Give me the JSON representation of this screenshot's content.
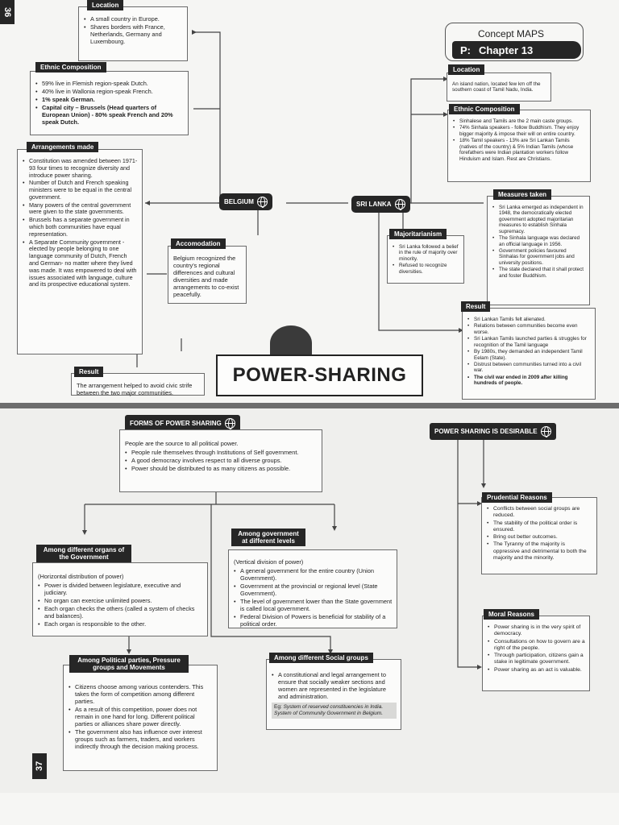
{
  "page_numbers": {
    "top": "36",
    "bottom": "37"
  },
  "header": {
    "concept": "Concept MAPS",
    "chapter_prefix": "P:",
    "chapter": "Chapter 13"
  },
  "main_title": "POWER-SHARING",
  "belgium": {
    "node": "BELGIUM",
    "location": {
      "tag": "Location",
      "items": [
        "A small country in Europe.",
        "Shares borders with France, Netherlands, Germany and Luxembourg."
      ]
    },
    "ethnic": {
      "tag": "Ethnic Composition",
      "items": [
        "59% live in Flemish region-speak Dutch.",
        "40% live in Wallonia region-speak French.",
        "1% speak German.",
        "Capital city – Brussels (Head quarters of European Union) - 80% speak French and 20% speak Dutch."
      ]
    },
    "arrangements": {
      "tag": "Arrangements made",
      "items": [
        "Constitution was amended between 1971-93 four times to recognize diversity and introduce power sharing.",
        "Number of Dutch and French speaking ministers were to be equal in the central government.",
        "Many powers of the central government were given to the state governments.",
        "Brussels has a separate government in which both communities have equal representation.",
        "A Separate Community government - elected by people belonging to one language community of Dutch, French and German- no matter where they lived was made. It was empowered to deal with issues associated with language, culture and its prospective educational system."
      ]
    },
    "accomodation": {
      "tag": "Accomodation",
      "text": "Belgium recognized the country's regional differences and cultural diversities and made arrangements to co-exist peacefully."
    },
    "result": {
      "tag": "Result",
      "text": "The arrangement helped to avoid civic strife between the two major communities."
    }
  },
  "srilanka": {
    "node": "SRI LANKA",
    "location": {
      "tag": "Location",
      "text": "An island nation, located few km off the southern coast of Tamil Nadu, India."
    },
    "ethnic": {
      "tag": "Ethnic Composition",
      "items": [
        "Sinhalese and Tamils are the 2 main caste groups.",
        "74% Sinhala speakers - follow Buddhism. They enjoy bigger majority & impose their will on entire country.",
        "18% Tamil speakers - 13% are Sri Lankan Tamils (natives of the country) & 5% Indian Tamils (whose forefathers were Indian plantation workers follow Hinduism and Islam. Rest are Christians."
      ]
    },
    "measures": {
      "tag": "Measures taken",
      "items": [
        "Sri Lanka emerged as independent in 1948, the democratically elected government adopted majoritarian measures to establish Sinhala supremacy.",
        "The Sinhala language was declared an official language in 1956.",
        "Government policies favoured Sinhalas for government jobs and university positions.",
        "The state declared that it shall protect and foster Buddhism."
      ]
    },
    "majoritarianism": {
      "tag": "Majoritarianism",
      "items": [
        "Sri Lanka followed a belief in the rule of majority over minority.",
        "Refused to recognize diversities."
      ]
    },
    "result": {
      "tag": "Result",
      "items": [
        "Sri Lankan Tamils felt alienated.",
        "Relations between communities become even worse.",
        "Sri Lankan Tamils launched parties & struggles for recognition of the Tamil language",
        "By 1980s, they demanded an independent Tamil Eelam (State).",
        "Distrust between communities turned into a civil war.",
        "The civil war ended in 2009 after killing hundreds of people."
      ]
    }
  },
  "forms": {
    "tag": "FORMS OF POWER SHARING",
    "intro": "People are the source to all political power.",
    "items": [
      "People rule themselves through Institutions of Self government.",
      "A good democracy involves respect to all diverse groups.",
      "Power should be distributed to as many citizens as possible."
    ],
    "organs": {
      "tag": "Among different organs of the Government",
      "heading": "(Horizontal distribution of power)",
      "items": [
        "Power is divided between legislature, executive and judiciary.",
        "No organ can exercise unlimited powers.",
        "Each organ checks the others (called a system of checks and balances).",
        "Each organ is responsible to the other."
      ]
    },
    "levels": {
      "tag": "Among government at different levels",
      "heading": "(Vertical division of power)",
      "items": [
        "A general government for the entire country (Union Government).",
        "Government at the provincial or regional level (State Government).",
        "The level of government lower than the State government is called local government.",
        "Federal Division of Powers is beneficial for stability of a political order."
      ]
    },
    "parties": {
      "tag": "Among Political parties, Pressure groups and Movements",
      "items": [
        "Citizens choose among various contenders. This takes the form of competition among different parties.",
        "As a result of this competition, power does not remain in one hand for long. Different political parties or alliances share power directly.",
        "The government also has influence over interest groups such as farmers, traders, and workers indirectly through the decision making process."
      ]
    },
    "social": {
      "tag": "Among different Social groups",
      "items": [
        "A constitutional and legal arrangement to ensure that socially weaker sections and women are represented in the legislature and administration."
      ],
      "example_label": "Eg:",
      "examples": [
        "System of reserved constituencies in India.",
        "System of Community Government in Belgium."
      ]
    }
  },
  "desirable": {
    "tag": "POWER SHARING IS DESIRABLE",
    "prudential": {
      "tag": "Prudential Reasons",
      "items": [
        "Conflicts between social groups are reduced.",
        "The stability of the political order is ensured.",
        "Bring out better outcomes.",
        "The Tyranny of the majority is oppressive and detrimental to both the majority and the minority."
      ]
    },
    "moral": {
      "tag": "Moral Reasons",
      "items": [
        "Power sharing is in the very spirit of democracy.",
        "Consultations on how to govern are a right of the people.",
        "Through participation, citizens gain a stake in legitimate government.",
        "Power sharing as an act is valuable."
      ]
    }
  },
  "colors": {
    "tag_bg": "#262626",
    "page": "#f5f5f3",
    "border": "#6a6a6a"
  }
}
